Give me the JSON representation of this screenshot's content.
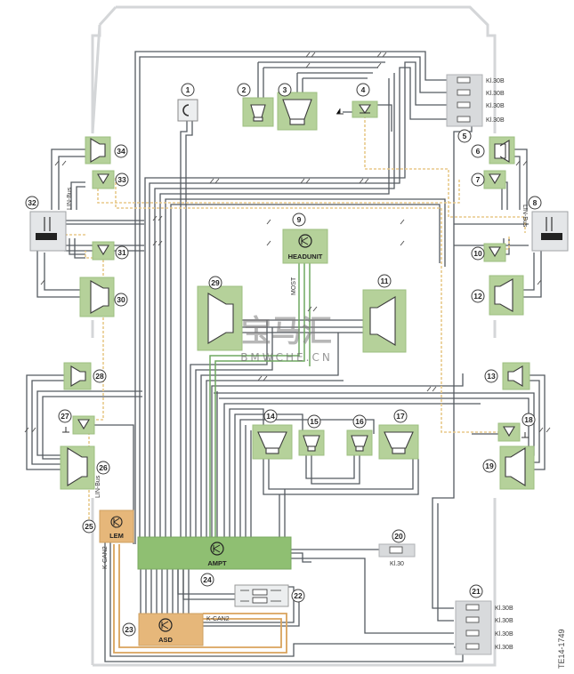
{
  "document_id": "TE14-1749",
  "watermark": {
    "main": "宝马汇",
    "sub": "BMWCHE.CN"
  },
  "labels": {
    "headunit": "HEADUNIT",
    "most": "MOST",
    "ampt": "AMPT",
    "lem": "LEM",
    "asd": "ASD",
    "lin_bus": "LIN-Bus",
    "k_can2": "K-CAN2",
    "kl30": "Kl.30",
    "kl30b": "Kl.30B"
  },
  "components": [
    {
      "n": "1"
    },
    {
      "n": "2"
    },
    {
      "n": "3"
    },
    {
      "n": "4"
    },
    {
      "n": "5"
    },
    {
      "n": "6"
    },
    {
      "n": "7"
    },
    {
      "n": "8"
    },
    {
      "n": "9"
    },
    {
      "n": "10"
    },
    {
      "n": "11"
    },
    {
      "n": "12"
    },
    {
      "n": "13"
    },
    {
      "n": "14"
    },
    {
      "n": "15"
    },
    {
      "n": "16"
    },
    {
      "n": "17"
    },
    {
      "n": "18"
    },
    {
      "n": "19"
    },
    {
      "n": "20"
    },
    {
      "n": "21"
    },
    {
      "n": "22"
    },
    {
      "n": "23"
    },
    {
      "n": "24"
    },
    {
      "n": "25"
    },
    {
      "n": "26"
    },
    {
      "n": "27"
    },
    {
      "n": "28"
    },
    {
      "n": "29"
    },
    {
      "n": "30"
    },
    {
      "n": "31"
    },
    {
      "n": "32"
    },
    {
      "n": "33"
    },
    {
      "n": "34"
    }
  ],
  "colors": {
    "module_green": "#b5d19a",
    "module_orange": "#e6b77a",
    "lin_yellow": "#e8c98a",
    "most_green": "#6fa860"
  }
}
